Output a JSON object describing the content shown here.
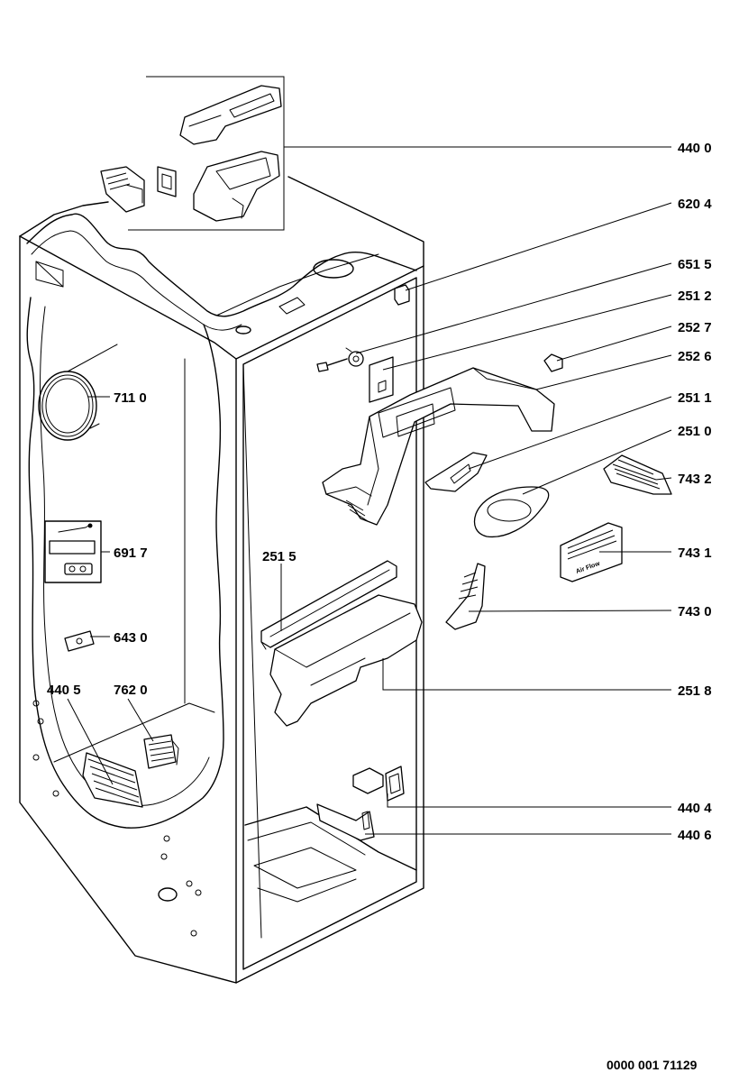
{
  "labels": {
    "l_440_0": "440 0",
    "l_620_4": "620 4",
    "l_651_5": "651 5",
    "l_251_2": "251 2",
    "l_252_7": "252 7",
    "l_252_6": "252 6",
    "l_251_1": "251 1",
    "l_251_0": "251 0",
    "l_743_2": "743 2",
    "l_743_1": "743 1",
    "l_743_0": "743 0",
    "l_251_8": "251 8",
    "l_251_5": "251 5",
    "l_711_0": "711 0",
    "l_691_7": "691 7",
    "l_643_0": "643 0",
    "l_440_5": "440 5",
    "l_762_0": "762 0",
    "l_440_4": "440 4",
    "l_440_6": "440 6"
  },
  "document_number": "0000 001 71129",
  "grille_text": "Air Flow"
}
